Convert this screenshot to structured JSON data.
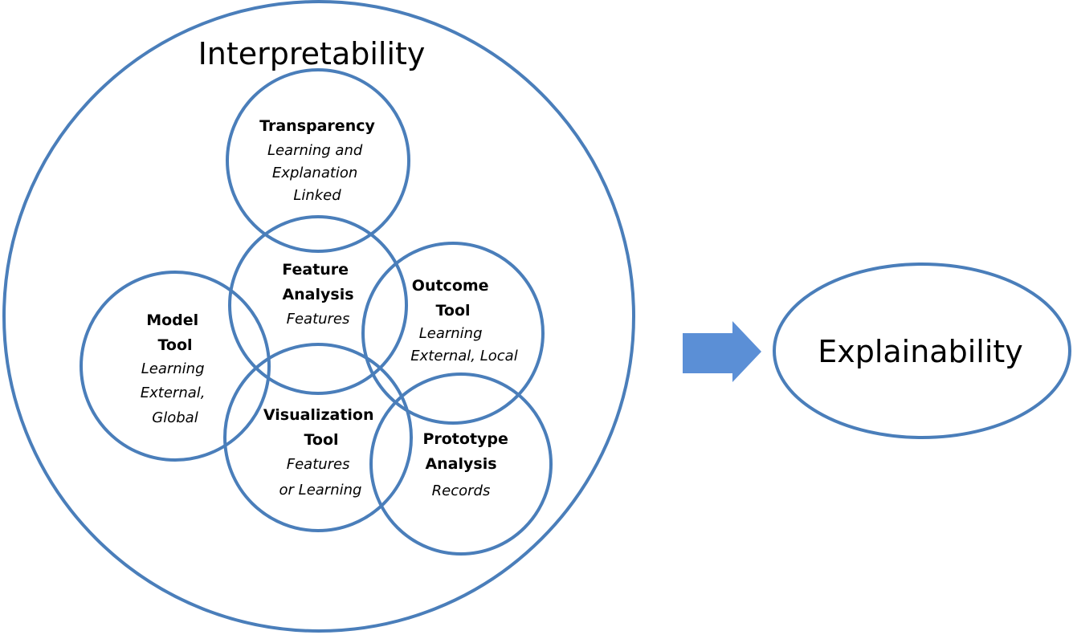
{
  "colors": {
    "stroke": "#4a7eba",
    "arrow": "#5b8fd6",
    "text": "#000000",
    "background": "#ffffff"
  },
  "outer": {
    "label": "Interpretability"
  },
  "target": {
    "label": "Explainability"
  },
  "arrow": {
    "icon": "right-arrow-icon"
  },
  "circles": {
    "transparency": {
      "title": [
        "Transparency"
      ],
      "detail": [
        "Learning and",
        "Explanation",
        "Linked"
      ]
    },
    "feature_analysis": {
      "title": [
        "Feature",
        "Analysis"
      ],
      "detail": [
        "Features"
      ]
    },
    "outcome_tool": {
      "title": [
        "Outcome",
        "Tool"
      ],
      "detail": [
        "Learning",
        "External, Local"
      ]
    },
    "model_tool": {
      "title": [
        "Model",
        "Tool"
      ],
      "detail": [
        "Learning",
        "External,",
        "Global"
      ]
    },
    "visualization_tool": {
      "title": [
        "Visualization",
        "Tool"
      ],
      "detail": [
        "Features",
        "or Learning"
      ]
    },
    "prototype_analysis": {
      "title": [
        "Prototype",
        "Analysis"
      ],
      "detail": [
        "Records"
      ]
    }
  }
}
